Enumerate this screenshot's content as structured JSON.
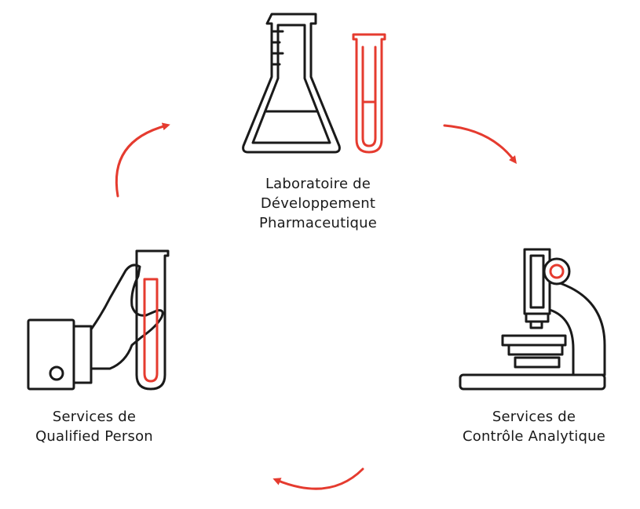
{
  "colors": {
    "ink": "#1a1a1a",
    "accent": "#e53b2f"
  },
  "nodes": [
    {
      "icon": "flask-and-test-tube-icon",
      "label_lines": [
        "Laboratoire de",
        "Développement",
        "Pharmaceutique"
      ]
    },
    {
      "icon": "microscope-icon",
      "label_lines": [
        "Services de",
        "Contrôle Analytique"
      ]
    },
    {
      "icon": "hand-holding-test-tube-icon",
      "label_lines": [
        "Services de",
        "Qualified Person"
      ]
    }
  ],
  "cycle_arrows": [
    "arrow-top-right",
    "arrow-bottom",
    "arrow-left"
  ]
}
